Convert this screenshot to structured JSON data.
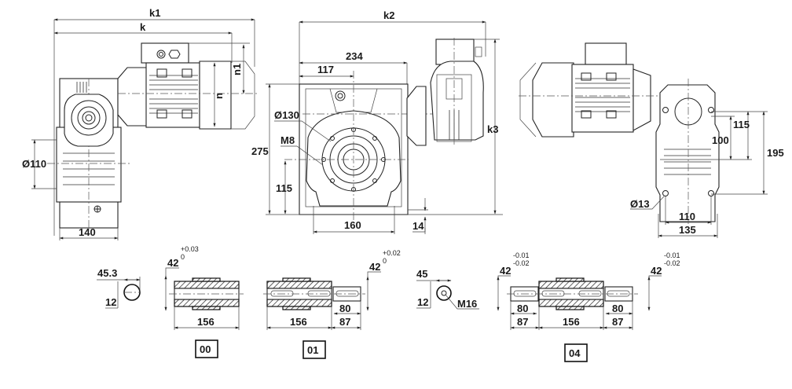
{
  "drawing": {
    "title": "Worm gearbox with motor - dimension drawing",
    "views": {
      "left": {
        "k1": "k1",
        "k": "k",
        "n1": "n1",
        "n": "n",
        "dia_flange": "Ø110",
        "width_base": "140"
      },
      "front": {
        "k2": "k2",
        "k3": "k3",
        "width_total": "234",
        "half_width": "117",
        "dia_bolt_circle": "Ø130",
        "thread": "M8",
        "height_total": "275",
        "axis_height": "115",
        "base_width": "160",
        "foot_height": "14"
      },
      "right": {
        "d1": "115",
        "d2": "100",
        "d3": "195",
        "hole_dia": "Ø13",
        "hole_spacing": "110",
        "base_width": "135"
      }
    },
    "shafts": {
      "bore_detail": {
        "key_height": "45.3",
        "key_width": "12"
      },
      "solid_detail": {
        "key_height": "45",
        "key_width": "12",
        "thread": "M16"
      },
      "type_00": {
        "code": "00",
        "diameter": "42",
        "tol_upper": "+0.03",
        "tol_lower": "0",
        "length": "156"
      },
      "type_01": {
        "code": "01",
        "diameter": "42",
        "tol_upper": "+0.02",
        "tol_lower": "0",
        "length": "156",
        "key_length": "80",
        "shaft_length": "87"
      },
      "type_04": {
        "code": "04",
        "diameter_left": "42",
        "diameter_right": "42",
        "tol_upper": "-0.01",
        "tol_lower": "-0.02",
        "length": "156",
        "key_length_left": "80",
        "shaft_length_left": "87",
        "key_length_right": "80",
        "shaft_length_right": "87"
      }
    }
  }
}
